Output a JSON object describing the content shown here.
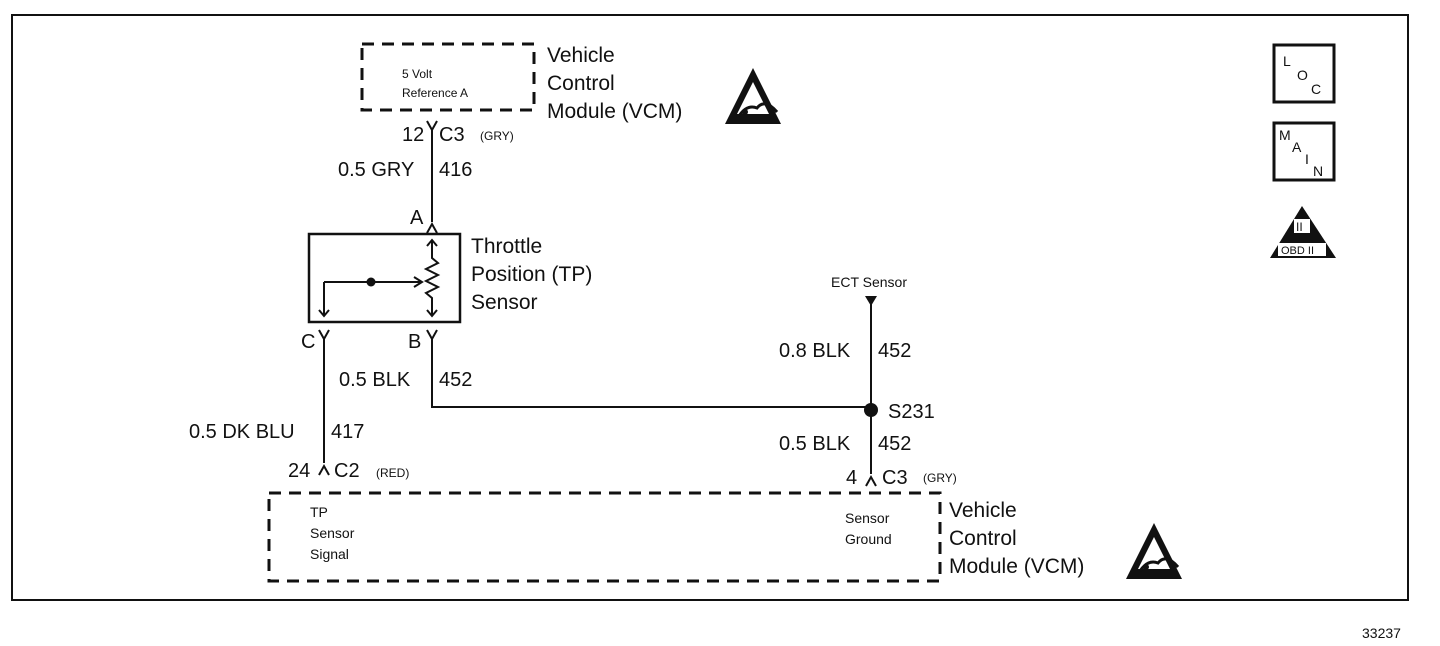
{
  "vcm_top": {
    "title_lines": [
      "Vehicle",
      "Control",
      "Module (VCM)"
    ],
    "circuit_lines": [
      "5 Volt",
      "Reference A"
    ]
  },
  "vcm_bottom": {
    "title_lines": [
      "Vehicle",
      "Control",
      "Module (VCM)"
    ],
    "tp_signal_lines": [
      "TP",
      "Sensor",
      "Signal"
    ],
    "ground_lines": [
      "Sensor",
      "Ground"
    ]
  },
  "tp_sensor": {
    "title_lines": [
      "Throttle",
      "Position (TP)",
      "Sensor"
    ],
    "pin_a": "A",
    "pin_b": "B",
    "pin_c": "C"
  },
  "connectors": {
    "top": {
      "pin": "12",
      "name": "C3",
      "color": "(GRY)"
    },
    "c2": {
      "pin": "24",
      "name": "C2",
      "color": "(RED)"
    },
    "c3_bottom": {
      "pin": "4",
      "name": "C3",
      "color": "(GRY)"
    }
  },
  "wires": {
    "gry": {
      "gauge": "0.5 GRY",
      "circuit": "416"
    },
    "blk_tp": {
      "gauge": "0.5 BLK",
      "circuit": "452"
    },
    "dkblu": {
      "gauge": "0.5 DK BLU",
      "circuit": "417"
    },
    "blk_ect": {
      "gauge": "0.8 BLK",
      "circuit": "452"
    },
    "blk_vcm": {
      "gauge": "0.5 BLK",
      "circuit": "452"
    }
  },
  "ect_sensor_label": "ECT Sensor",
  "splice_label": "S231",
  "legend": {
    "loc_letters": [
      "L",
      "O",
      "C"
    ],
    "main_letters": [
      "M",
      "A",
      "I",
      "N"
    ],
    "obd_numeral": "II",
    "obd_label": "OBD II"
  },
  "figure_number": "33237",
  "icons": [
    "esd-warning-icon",
    "loc-icon",
    "main-icon",
    "obd-ii-icon"
  ]
}
